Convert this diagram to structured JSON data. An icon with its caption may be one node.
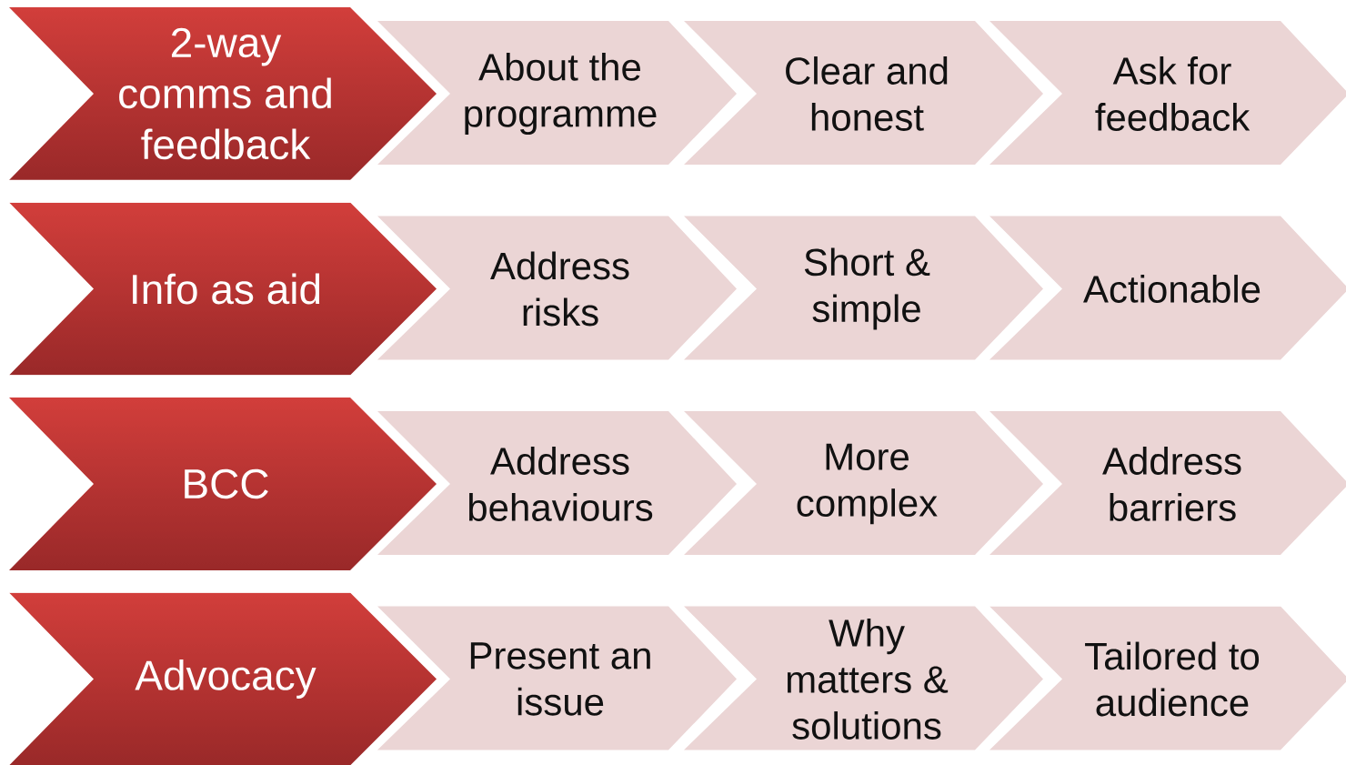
{
  "diagram": {
    "nodes": [
      {
        "text": [
          "2-way comms and feedback"
        ]
      },
      {
        "text": [
          "About the programme"
        ]
      },
      {
        "text": [
          "Clear and honest"
        ]
      },
      {
        "text": [
          "Ask for feedback"
        ]
      },
      {
        "text": [
          "Info as aid"
        ]
      },
      {
        "text": [
          "Address risks"
        ]
      },
      {
        "text": [
          "Short & simple"
        ]
      },
      {
        "text": [
          "Actionable"
        ]
      },
      {
        "text": [
          "BCC"
        ]
      },
      {
        "text": [
          "Address behaviours"
        ]
      },
      {
        "text": [
          "More complex"
        ]
      },
      {
        "text": [
          "Address barriers"
        ]
      },
      {
        "text": [
          "Advocacy"
        ]
      },
      {
        "text": [
          "Present an issue"
        ]
      },
      {
        "text": [
          "Why matters & solutions"
        ]
      },
      {
        "text": [
          "Tailored to audience"
        ]
      }
    ]
  }
}
